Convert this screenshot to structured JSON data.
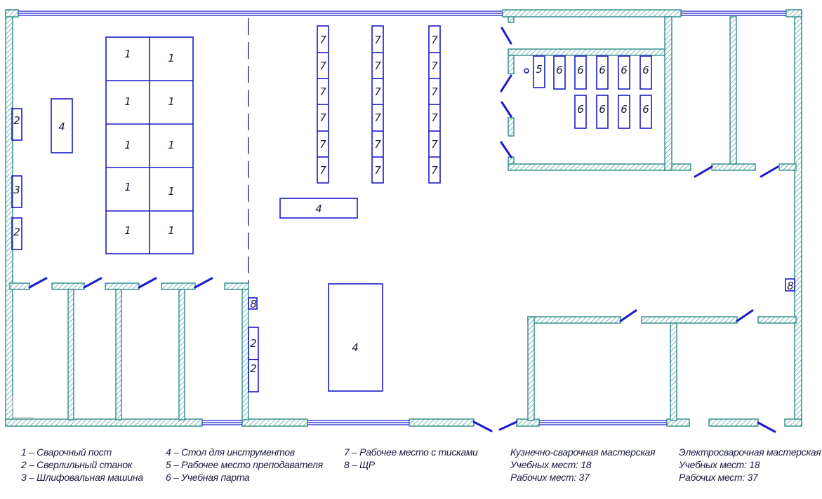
{
  "furniture_labels": {
    "welding_post": "1",
    "drilling_machine": "2",
    "grinding_machine": "3",
    "tool_table": "4",
    "teacher_place": "5",
    "student_desk": "6",
    "vise_workplace": "7",
    "panel": "8"
  },
  "legend": {
    "col1": [
      "1 – Сварочный пост",
      "2 – Сверлильный станок",
      "3 – Шлифовальная машина"
    ],
    "col2": [
      "4 – Стол для инструментов",
      "5 – Рабочее место преподавателя",
      "6 – Учебная парта"
    ],
    "col3": [
      "7 – Рабочее место с тисками",
      "8 – ЩР"
    ],
    "col4": [
      "Кузнечно-сварочная мастерская",
      "Учебных мест: 18",
      "Рабочих мест: 37"
    ],
    "col5": [
      "Электросварочная мастерская",
      "Учебных мест: 18",
      "Рабочих мест: 37"
    ]
  },
  "colors": {
    "wall": "#2e8c8c",
    "furniture": "#1a1acc"
  }
}
